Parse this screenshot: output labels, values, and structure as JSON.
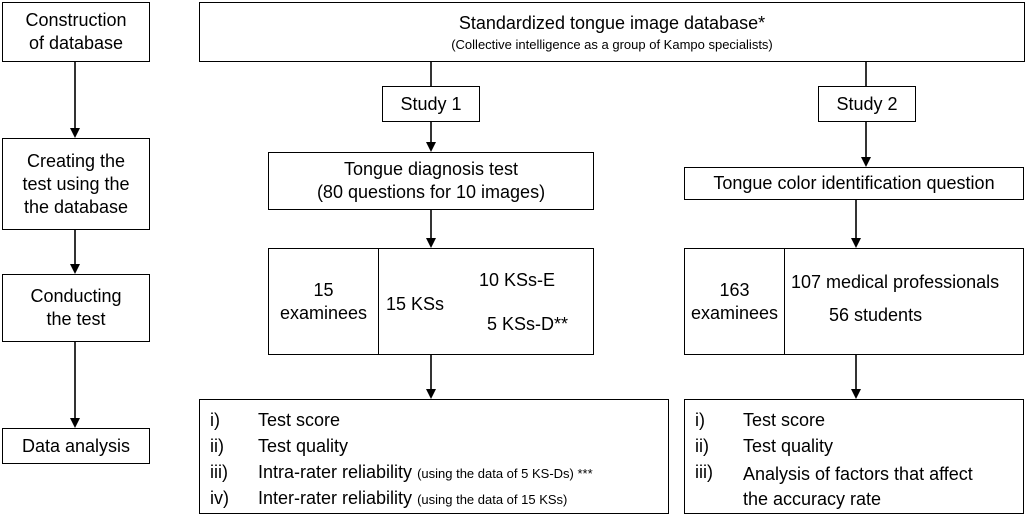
{
  "left_column": {
    "step1": "Construction\nof database",
    "step2": "Creating the\ntest using the\nthe database",
    "step3": "Conducting\nthe test",
    "step4": "Data analysis"
  },
  "database": {
    "title": "Standardized tongue image database*",
    "subtitle": "(Collective intelligence as a group of Kampo specialists)"
  },
  "study1": {
    "label": "Study 1",
    "test_title": "Tongue diagnosis test",
    "test_subtitle": "(80 questions for 10 images)",
    "examinees": "15\nexaminees",
    "kss": "15 KSs",
    "kss_e": "10 KSs-E",
    "kss_d": "5 KSs-D**",
    "analysis": [
      {
        "num": "i)",
        "text": "Test score",
        "note": ""
      },
      {
        "num": "ii)",
        "text": "Test quality",
        "note": ""
      },
      {
        "num": "iii)",
        "text": "Intra-rater reliability",
        "note": "(using the data of 5 KS-Ds) ***"
      },
      {
        "num": "iv)",
        "text": "Inter-rater reliability",
        "note": "(using the data of 15 KSs)"
      }
    ]
  },
  "study2": {
    "label": "Study 2",
    "test_title": "Tongue color identification question",
    "examinees": "163\nexaminees",
    "group1": "107 medical professionals",
    "group2": "56 students",
    "analysis": [
      {
        "num": "i)",
        "text": "Test score"
      },
      {
        "num": "ii)",
        "text": "Test quality"
      },
      {
        "num": "iii)",
        "text": "Analysis of factors that affect\nthe accuracy rate"
      }
    ]
  }
}
